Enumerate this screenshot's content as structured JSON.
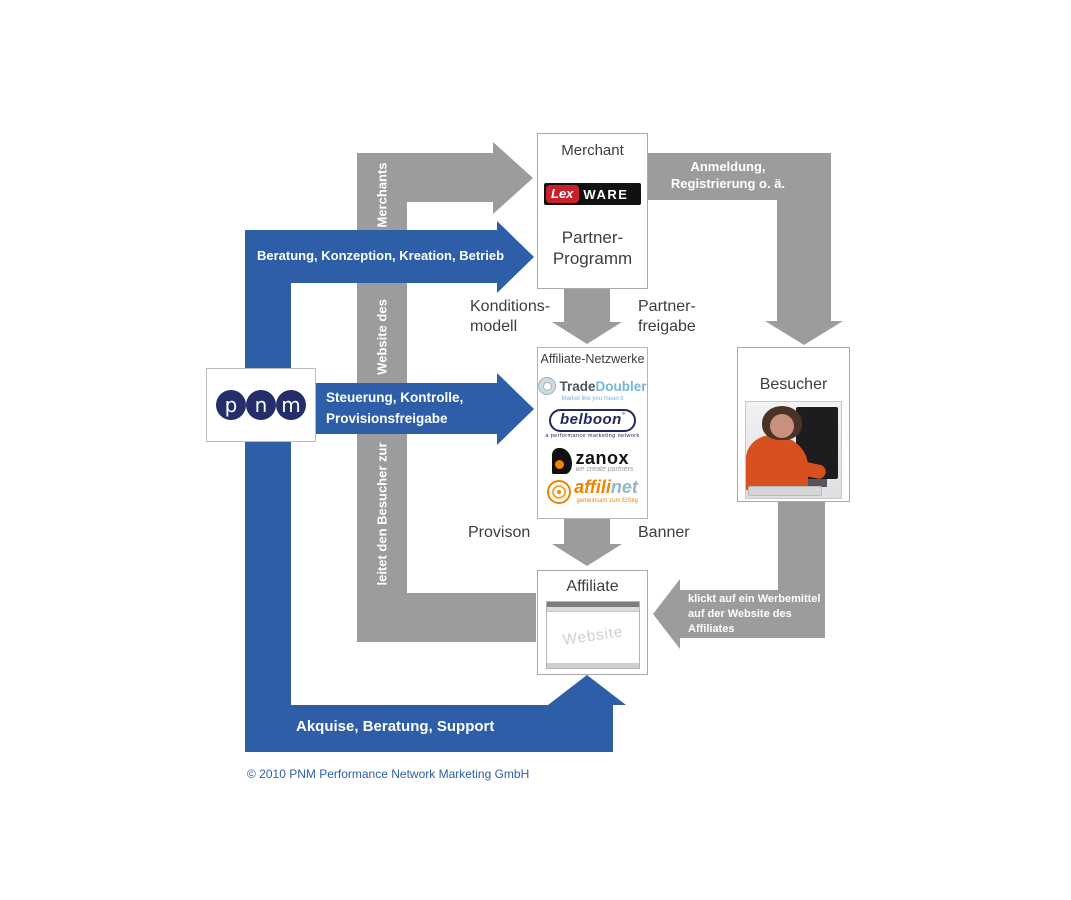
{
  "colors": {
    "blue": "#2e5ea8",
    "gray": "#9c9c9e",
    "pnm_navy": "#232e6a",
    "lexware_red": "#c9212a",
    "label_text": "#3d3d3d",
    "tradedoubler_blue": "#74b6dc",
    "belboon_navy": "#20295f",
    "zanox_orange": "#f08300",
    "affilinet_orange": "#f08300"
  },
  "nodes": {
    "merchant": {
      "title": "Merchant",
      "logo": {
        "lex": "Lex",
        "ware": "WARE"
      },
      "subtitle": "Partner-\nProgramm"
    },
    "networks": {
      "title": "Affiliate-Netzwerke",
      "tradedoubler": {
        "text1": "Trade",
        "text2": "Doubler",
        "tagline": "Market like you mean it"
      },
      "belboon": {
        "text": "belboon",
        "mark": "°",
        "tagline": "a performance marketing network"
      },
      "zanox": {
        "text": "zanox",
        "tagline": "we create partners"
      },
      "affilinet": {
        "text1": "affili",
        "text2": "net",
        "tagline": "gemeinsam zum Erfolg"
      }
    },
    "besucher": {
      "title": "Besucher"
    },
    "affiliate": {
      "title": "Affiliate",
      "website_watermark": "Website"
    },
    "pnm": {
      "letters": [
        "p",
        "n",
        "m"
      ]
    }
  },
  "arrows": {
    "beratung": "Beratung, Konzeption, Kreation, Betrieb",
    "steuerung": "Steuerung, Kontrolle,\nProvisionsfreigabe",
    "akquise": "Akquise, Beratung, Support",
    "vertical_top": "Merchants",
    "vertical_mid": "Website des",
    "vertical_bottom": "leitet den Besucher zur",
    "anmeldung": "Anmeldung, Registrierung o. ä.",
    "klickt": "klickt auf ein Werbemittel auf der Website des Affiliates"
  },
  "labels": {
    "konditionsmodell": "Konditions-\nmodell",
    "partnerfreigabe": "Partner-\nfreigabe",
    "provision": "Provison",
    "banner": "Banner"
  },
  "footer": {
    "copyright": "© 2010 PNM Performance Network Marketing GmbH"
  }
}
